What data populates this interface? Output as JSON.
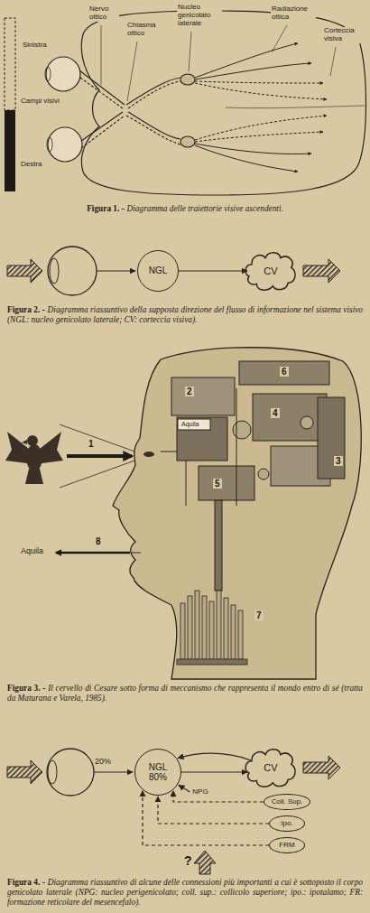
{
  "diagram": {
    "nodes": [
      {
        "text": [
          "NGL"
        ]
      },
      {
        "text": [
          "CV"
        ]
      },
      {
        "text": [
          "NGL",
          "80%"
        ]
      },
      {
        "text": [
          "CV"
        ]
      },
      {
        "text": [
          "NPG"
        ]
      },
      {
        "text": [
          "Coll. Sup."
        ]
      },
      {
        "text": [
          "Ipo."
        ]
      },
      {
        "text": [
          "FRM"
        ]
      }
    ],
    "edges": [
      {
        "from": 0,
        "to": 1,
        "arrow": "to"
      },
      {
        "from": 2,
        "to": 3,
        "arrow": "to"
      },
      {
        "from": 3,
        "to": 2,
        "arrow": "to"
      },
      {
        "from": 4,
        "to": 2,
        "arrow": "to"
      },
      {
        "from": 5,
        "to": 2,
        "arrow": "to"
      },
      {
        "from": 6,
        "to": 2,
        "arrow": "to"
      },
      {
        "from": 7,
        "to": 2,
        "arrow": "to"
      }
    ],
    "labels": [
      "Nervo ottico",
      "Chiasma ottico",
      "Nucleo genicolato laterale",
      "Radiazione ottica",
      "Corteccia visiva",
      "Sinistra",
      "Destra",
      "Campi visivi",
      "Figura 1. -",
      "Diagramma delle traiettorie visive ascendenti.",
      "Figura 2. -",
      "Diagramma riassuntivo della supposta direzione del flusso di informazione nel sistema visivo (NGL: nucleo genicolato laterale; CV: corteccia visiva).",
      "Aquila",
      "1",
      "2",
      "3",
      "4",
      "5",
      "6",
      "7",
      "8",
      "Aquila",
      "Figura 3. -",
      "Il cervello di Cesare sotto forma di meccanismo che rappresenta il mondo entro di sé (tratta da Maturana e Varela, 1985).",
      "20%",
      "?",
      "Figura 4. -",
      "Diagramma riassuntivo di alcune delle connessioni più importanti a cui è sottoposto il corpo genicolato laterale (NPG: nucleo perigenicolato; coll. sup.: collicolo superiore; ipo.: ipotalamo; FR: formazione reticolare del mesencefalo)."
    ]
  }
}
